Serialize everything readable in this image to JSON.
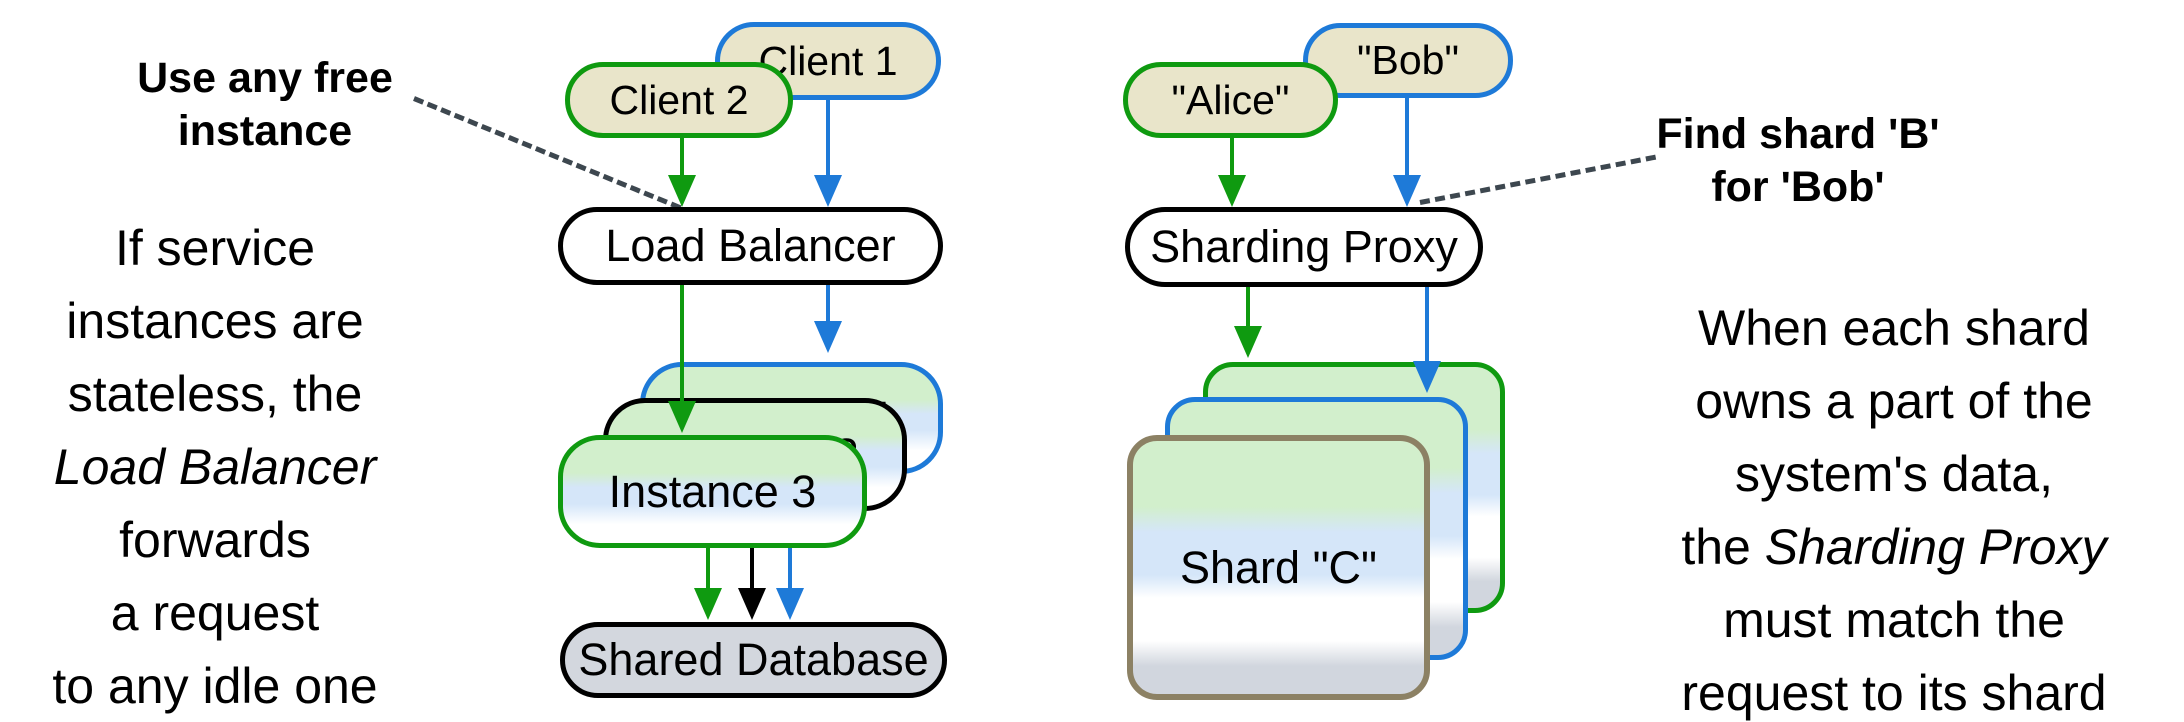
{
  "colors": {
    "green": "#0f9a10",
    "blue": "#1e7ad8",
    "tan": "#e9e5ca",
    "db": "#d3d7de",
    "shardb": "#8c8164",
    "dash": "#3d474f",
    "grad-green": "#d2efcc",
    "grad-blue": "#d5e6f9",
    "grad-gray": "#d1d6de"
  },
  "left": {
    "annotation": {
      "line1": "Use any free",
      "line2": "instance"
    },
    "caption": {
      "line1": "If service",
      "line2": "instances are",
      "line3": "stateless, the",
      "line4": "Load Balancer",
      "line5": "forwards",
      "line6": "a request",
      "line7": "to any idle one"
    },
    "nodes": {
      "client1": "Client 1",
      "client2": "Client 2",
      "load_balancer": "Load Balancer",
      "instance1": "Instance 1",
      "instance2": "Instance 2",
      "instance3": "Instance 3",
      "database": "Shared Database"
    }
  },
  "right": {
    "annotation": {
      "line1": "Find shard 'B'",
      "line2": "for 'Bob'"
    },
    "caption": {
      "line1": "When each shard",
      "line2": "owns a part of the",
      "line3": "system's data,",
      "line4_normal": "the ",
      "line4_italic": "Sharding Proxy",
      "line5": "must match the",
      "line6": "request to its shard"
    },
    "nodes": {
      "alice": "\"Alice\"",
      "bob": "\"Bob\"",
      "proxy": "Sharding Proxy",
      "shard_c": "Shard \"C\""
    }
  }
}
